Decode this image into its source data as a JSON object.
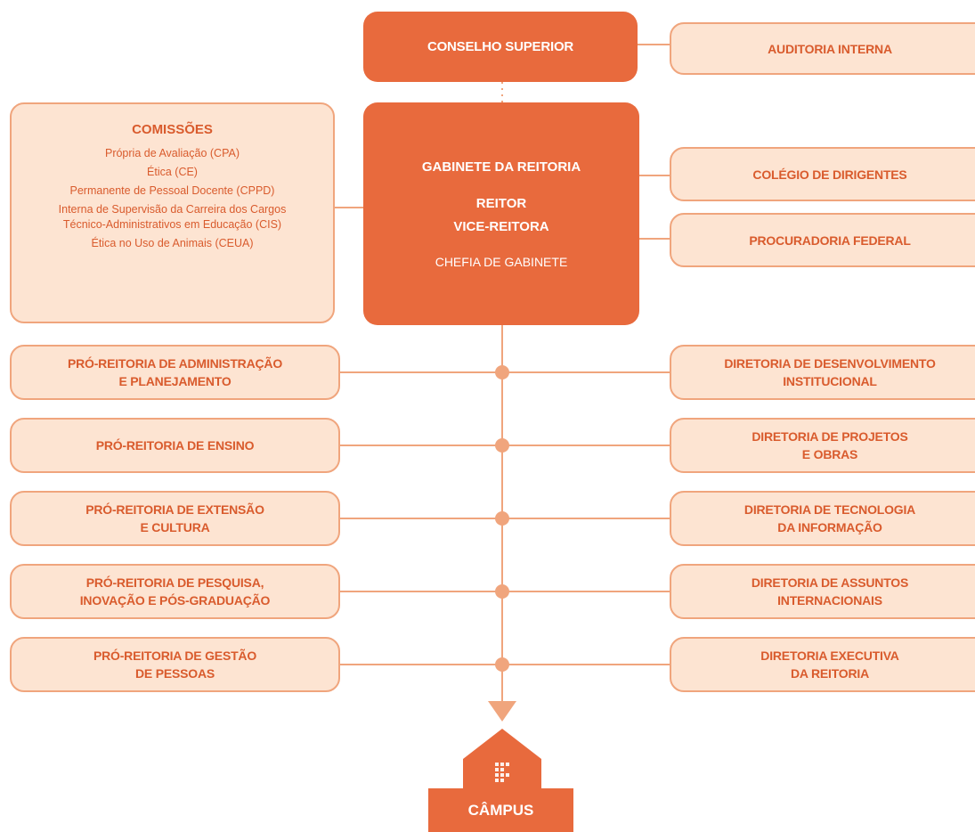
{
  "top": {
    "conselho": "CONSELHO SUPERIOR",
    "auditoria": "AUDITORIA INTERNA"
  },
  "gabinete": {
    "title": "GABINETE DA REITORIA",
    "reitor": "REITOR",
    "vice": "VICE-REITORA",
    "chefia": "CHEFIA DE GABINETE"
  },
  "comissoes": {
    "title": "COMISSÕES",
    "items": [
      "Própria de Avaliação (CPA)",
      "Ética (CE)",
      "Permanente de Pessoal Docente (CPPD)",
      "Interna de Supervisão da Carreira dos Cargos Técnico-Administrativos em Educação (CIS)",
      "Ética no Uso de Animais (CEUA)"
    ]
  },
  "right_top": {
    "colegio": "COLÉGIO DE DIRIGENTES",
    "procuradoria": "PROCURADORIA FEDERAL"
  },
  "left": [
    {
      "l1": "PRÓ-REITORIA DE ADMINISTRAÇÃO",
      "l2": "E PLANEJAMENTO"
    },
    {
      "l1": "PRÓ-REITORIA DE ENSINO",
      "l2": ""
    },
    {
      "l1": "PRÓ-REITORIA DE EXTENSÃO",
      "l2": "E CULTURA"
    },
    {
      "l1": "PRÓ-REITORIA DE PESQUISA,",
      "l2": "INOVAÇÃO E PÓS-GRADUAÇÃO"
    },
    {
      "l1": "PRÓ-REITORIA DE GESTÃO",
      "l2": "DE PESSOAS"
    }
  ],
  "right": [
    {
      "l1": "DIRETORIA DE DESENVOLVIMENTO",
      "l2": "INSTITUCIONAL"
    },
    {
      "l1": "DIRETORIA DE PROJETOS",
      "l2": "E OBRAS"
    },
    {
      "l1": "DIRETORIA DE TECNOLOGIA",
      "l2": "DA INFORMAÇÃO"
    },
    {
      "l1": "DIRETORIA DE ASSUNTOS",
      "l2": "INTERNACIONAIS"
    },
    {
      "l1": "DIRETORIA EXECUTIVA",
      "l2": "DA REITORIA"
    }
  ],
  "campus": "CÂMPUS",
  "colors": {
    "main": "#e86a3d",
    "light_fill": "#fde4d2",
    "light_border": "#f0a57d",
    "text_accent": "#d95b2d",
    "connector": "#f0a57d"
  }
}
